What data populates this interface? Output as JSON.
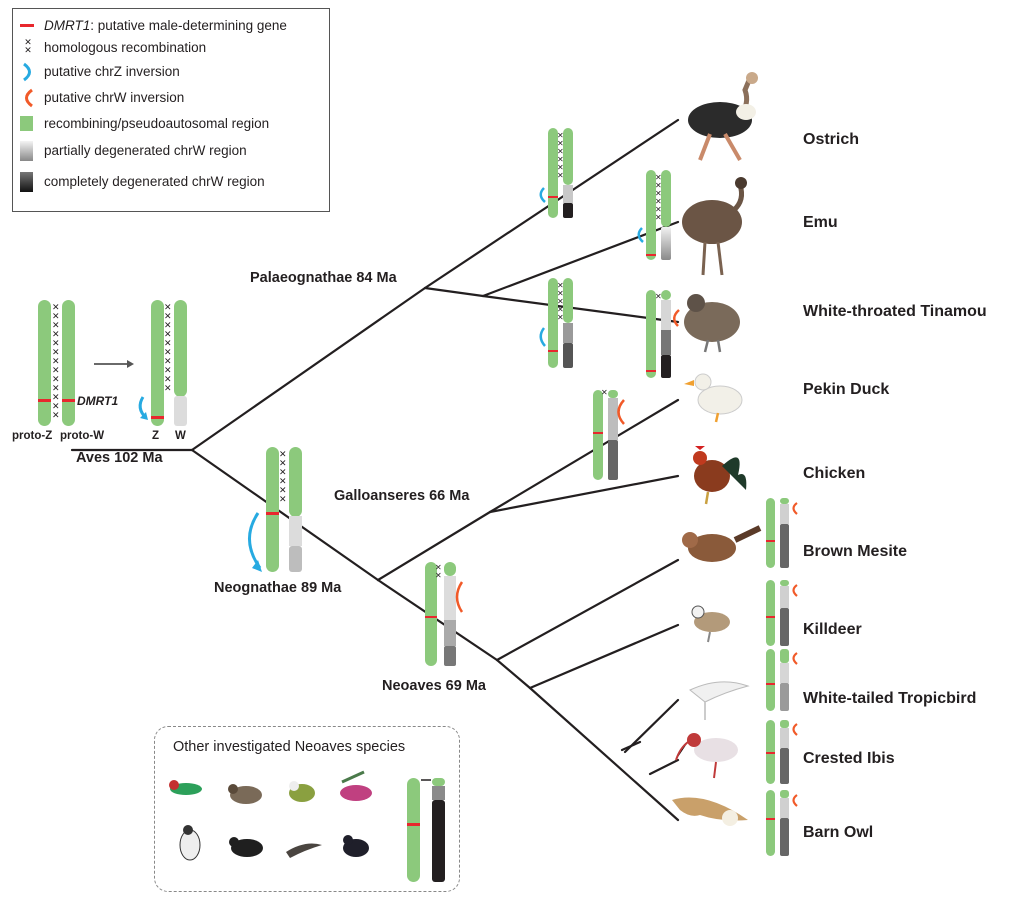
{
  "legend": {
    "dmrt_gene": "DMRT1",
    "dmrt_desc": ": putative male-determining gene",
    "recombination": "homologous recombination",
    "z_inversion": "putative chrZ inversion",
    "w_inversion": "putative chrW inversion",
    "pseudoautosomal": "recombining/pseudoautosomal region",
    "partial": "partially degenerated chrW region",
    "complete": "completely degenerated chrW region"
  },
  "nodes": {
    "aves": "Aves 102 Ma",
    "palaeognathae": "Palaeognathae 84 Ma",
    "neognathae": "Neognathae 89 Ma",
    "galloanseres": "Galloanseres 66 Ma",
    "neoaves": "Neoaves 69 Ma"
  },
  "ancestral": {
    "proto_z": "proto-Z",
    "proto_w": "proto-W",
    "dmrt": "DMRT1",
    "z": "Z",
    "w": "W"
  },
  "species": [
    {
      "name": "Ostrich",
      "icon": "ostrich-icon"
    },
    {
      "name": "Emu",
      "icon": "emu-icon"
    },
    {
      "name": "White-throated Tinamou",
      "icon": "tinamou-icon"
    },
    {
      "name": "Pekin Duck",
      "icon": "duck-icon"
    },
    {
      "name": "Chicken",
      "icon": "chicken-icon"
    },
    {
      "name": "Brown Mesite",
      "icon": "mesite-icon"
    },
    {
      "name": "Killdeer",
      "icon": "killdeer-icon"
    },
    {
      "name": "White-tailed Tropicbird",
      "icon": "tropicbird-icon"
    },
    {
      "name": "Crested Ibis",
      "icon": "ibis-icon"
    },
    {
      "name": "Barn Owl",
      "icon": "owl-icon"
    }
  ],
  "other_box": {
    "title": "Other investigated Neoaves species",
    "icons": [
      "bee-eater-icon",
      "bird-icon",
      "bird-icon",
      "hummingbird-icon",
      "woodpecker-icon",
      "crow-icon",
      "swift-icon",
      "manakin-icon"
    ]
  },
  "colors": {
    "green": "#8cc97c",
    "dmrt_red": "#e8272d",
    "z_arrow": "#27aae1",
    "w_arrow": "#f15a29",
    "partial_light": "#d9d9d9",
    "partial_dark": "#7a7a7a",
    "complete": "#231f20"
  }
}
